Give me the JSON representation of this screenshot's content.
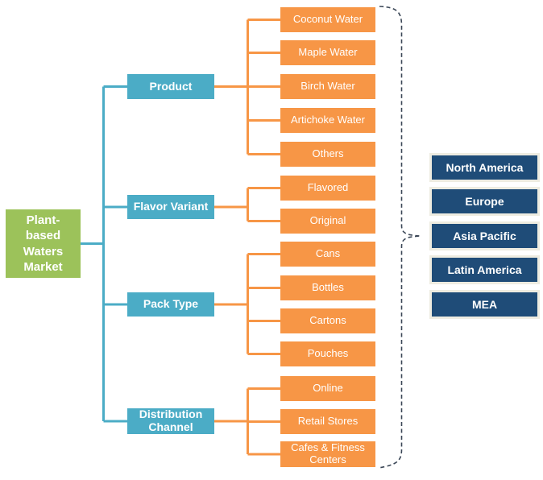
{
  "diagram": {
    "title_node": {
      "label": "Plant-based Waters Market"
    },
    "segments": [
      {
        "label": "Product",
        "children": [
          "Coconut Water",
          "Maple Water",
          "Birch Water",
          "Artichoke Water",
          "Others"
        ]
      },
      {
        "label": "Flavor Variant",
        "children": [
          "Flavored",
          "Original"
        ]
      },
      {
        "label": "Pack Type",
        "children": [
          "Cans",
          "Bottles",
          "Cartons",
          "Pouches"
        ]
      },
      {
        "label": "Distribution Channel",
        "children": [
          "Online",
          "Retail Stores",
          "Cafes & Fitness Centers"
        ]
      }
    ],
    "regions": [
      "North America",
      "Europe",
      "Asia Pacific",
      "Latin America",
      "MEA"
    ]
  },
  "colors": {
    "root_green": "#9CC25A",
    "segment_teal": "#4BACC6",
    "child_orange": "#F79646",
    "region_navy": "#1F4C78",
    "region_border": "#EEECE1",
    "connector_teal": "#4BACC6",
    "connector_orange": "#F79646",
    "brace_dash": "#3A4656"
  }
}
